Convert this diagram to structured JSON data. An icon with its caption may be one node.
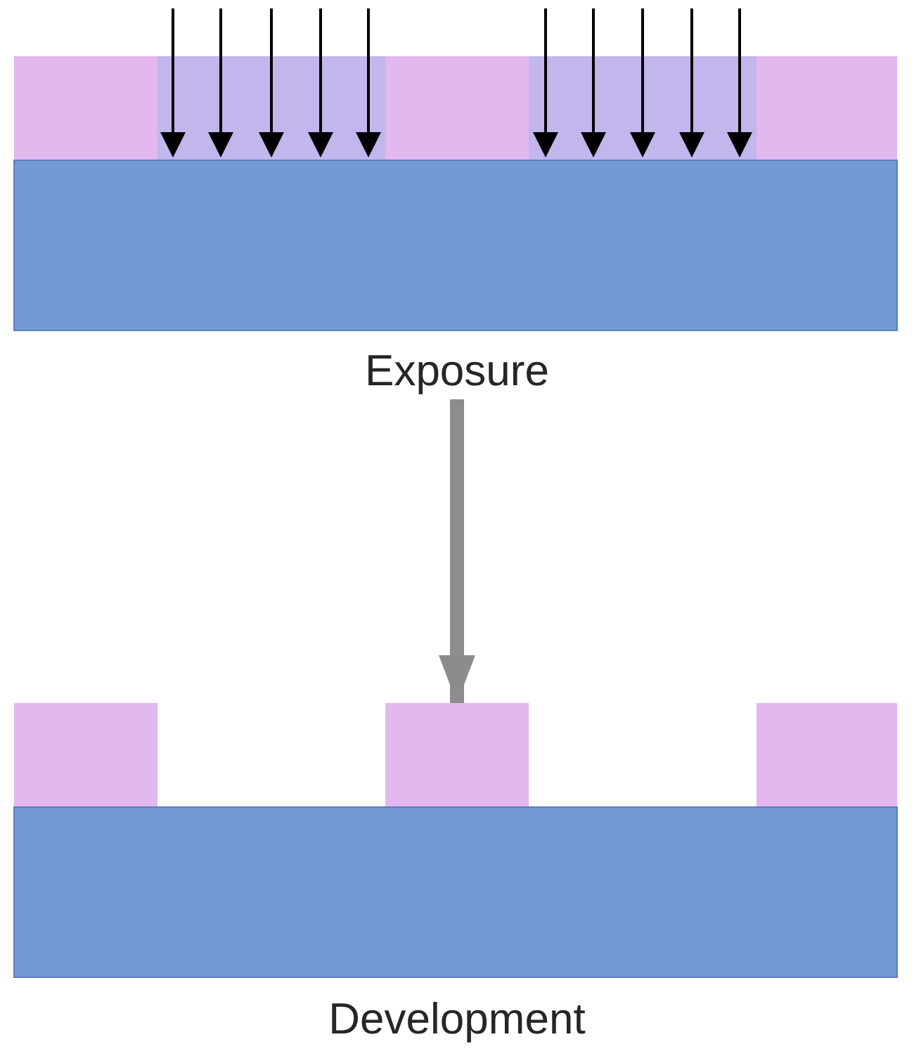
{
  "diagram": {
    "nodes": [
      {
        "text": [
          "Exposure"
        ]
      },
      {
        "text": [
          "Development"
        ]
      }
    ],
    "edges": [
      {
        "from": 0,
        "to": 1,
        "arrow": "to"
      }
    ]
  }
}
